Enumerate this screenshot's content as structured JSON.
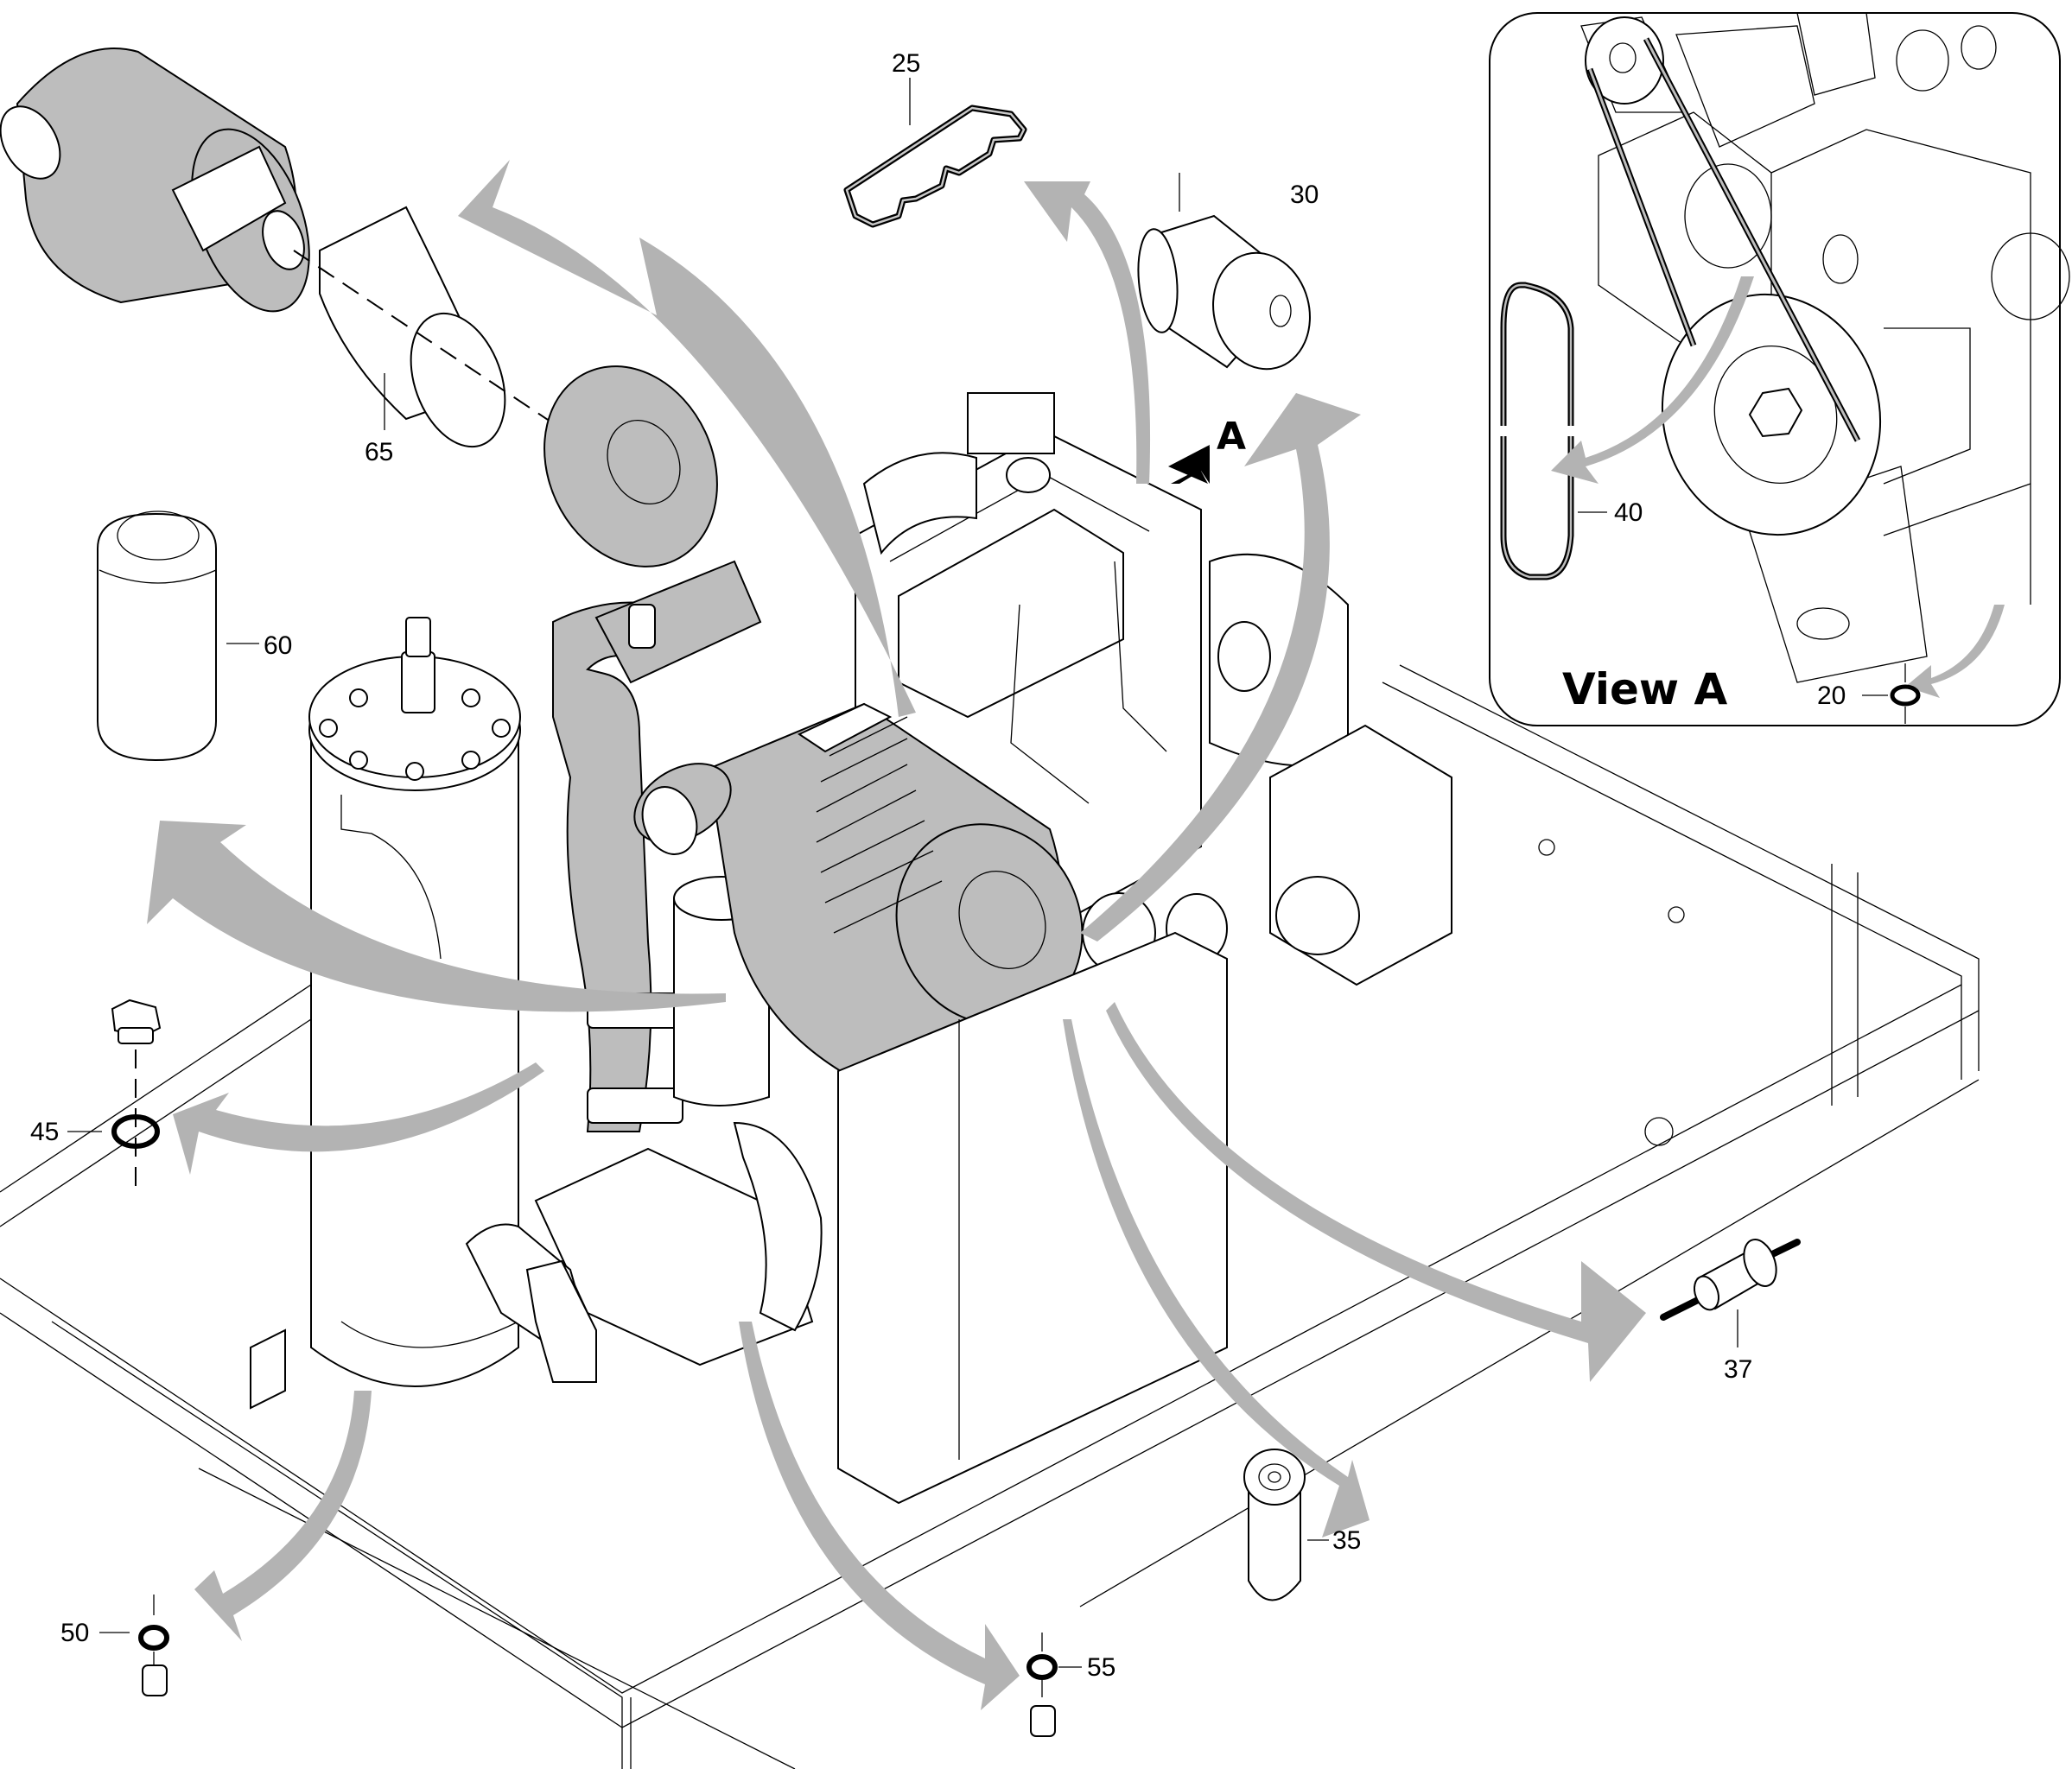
{
  "diagram": {
    "title": "Compressor unit service parts exploded view",
    "view_marker": {
      "letter": "A",
      "meaning": "viewing direction for inset View A"
    },
    "inset": {
      "title": "View A"
    },
    "callouts": [
      {
        "id": "c20",
        "label": "20",
        "part": "seal ring (inset View A)"
      },
      {
        "id": "c25",
        "label": "25",
        "part": "rocker cover gasket"
      },
      {
        "id": "c30",
        "label": "30",
        "part": "oil filter"
      },
      {
        "id": "c35",
        "label": "35",
        "part": "fuel filter"
      },
      {
        "id": "c37",
        "label": "37",
        "part": "inline fuel filter"
      },
      {
        "id": "c40",
        "label": "40",
        "part": "drive belt"
      },
      {
        "id": "c45",
        "label": "45",
        "part": "seal ring (drain plug)"
      },
      {
        "id": "c50",
        "label": "50",
        "part": "seal ring (drain plug)"
      },
      {
        "id": "c55",
        "label": "55",
        "part": "seal ring (drain plug)"
      },
      {
        "id": "c60",
        "label": "60",
        "part": "separator element"
      },
      {
        "id": "c65",
        "label": "65",
        "part": "air filter element"
      }
    ],
    "colors": {
      "arrow": "#b3b3b3",
      "shaded_part": "#bdbdbd",
      "line": "#000000",
      "background": "#ffffff"
    }
  }
}
